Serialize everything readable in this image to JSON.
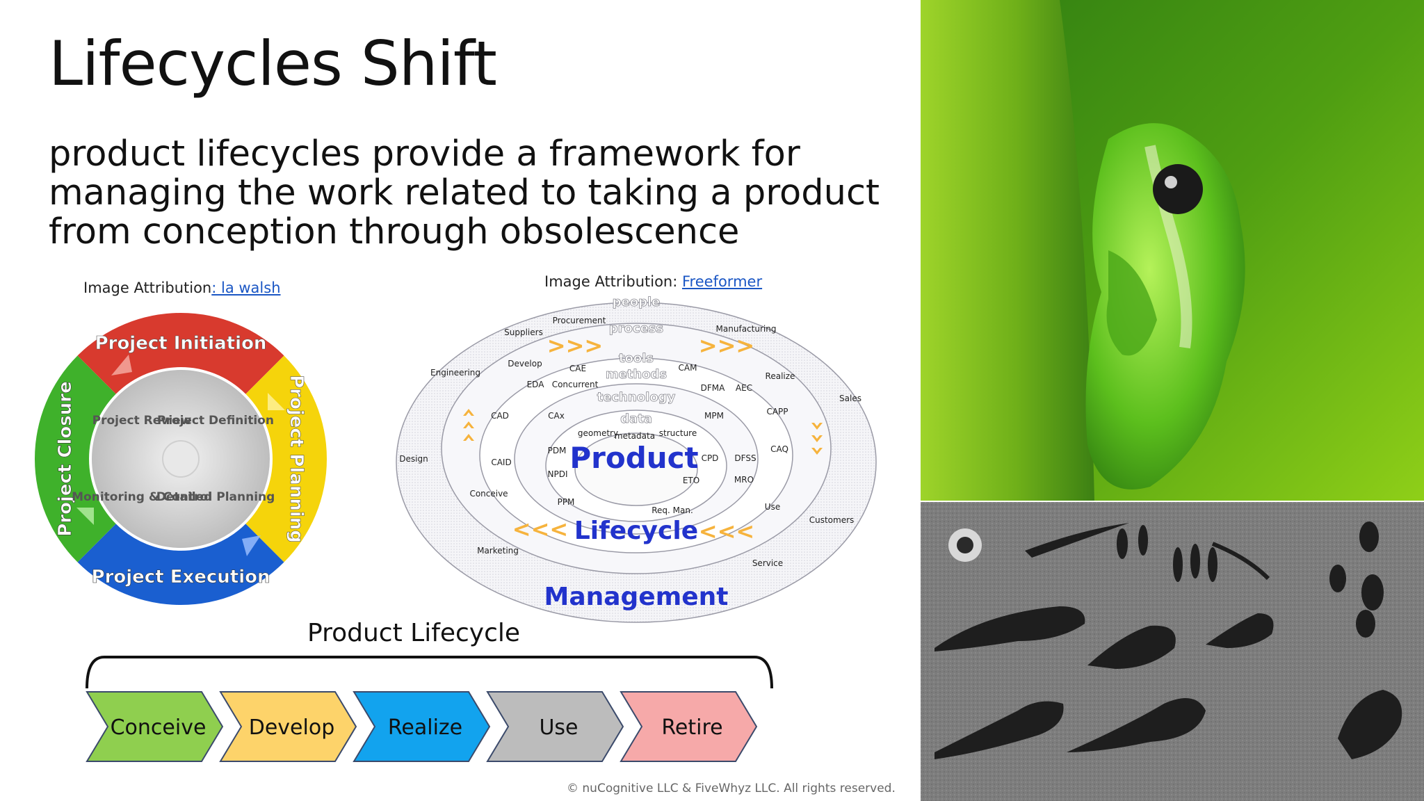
{
  "slide": {
    "title": "Lifecycles Shift",
    "subtitle": "product lifecycles provide a framework for managing the work related to taking a product from conception through obsolescence",
    "copyright": "© nuCognitive LLC & FiveWhyz LLC. All rights reserved."
  },
  "attribution_left": {
    "prefix": "Image Attribution",
    "link": ": la walsh"
  },
  "attribution_right": {
    "prefix": "Image Attribution: ",
    "link": "Freeformer"
  },
  "project_cycle": {
    "outer": [
      "Project Initiation",
      "Project Planning",
      "Project Execution",
      "Project Closure"
    ],
    "inner": [
      "Project Review",
      "Project Definition",
      "Monitoring & Control",
      "Detailed Planning"
    ],
    "colors": {
      "initiation": "#d83a2e",
      "planning": "#f5d40b",
      "execution": "#1a5fd0",
      "closure": "#3fb12b",
      "inner": "#d8d8d8"
    }
  },
  "plm": {
    "rings": [
      "people",
      "process",
      "tools",
      "methods",
      "technology",
      "data"
    ],
    "core_words": [
      "Product",
      "Lifecycle",
      "Management"
    ],
    "inner_terms": [
      "geometry",
      "metadata",
      "structure"
    ],
    "terms": [
      "Procurement",
      "Suppliers",
      "Manufacturing",
      "Engineering",
      "Develop",
      "CAE",
      "CAM",
      "Realize",
      "EDA",
      "Concurrent",
      "DFMA",
      "AEC",
      "Sales",
      "CAD",
      "CAx",
      "MPM",
      "CAPP",
      "PDM",
      "CPD",
      "DFSS",
      "CAQ",
      "Design",
      "CAID",
      "NPDI",
      "ETO",
      "MRO",
      "Conceive",
      "PPM",
      "Req. Man.",
      "Use",
      "Customers",
      "Marketing",
      "Service"
    ]
  },
  "lifecycle": {
    "heading": "Product Lifecycle",
    "stages": [
      {
        "label": "Conceive",
        "color": "#8fcf4f"
      },
      {
        "label": "Develop",
        "color": "#fdd36a"
      },
      {
        "label": "Realize",
        "color": "#12a3ee"
      },
      {
        "label": "Use",
        "color": "#bcbcbc"
      },
      {
        "label": "Retire",
        "color": "#f6a9a9"
      }
    ]
  }
}
